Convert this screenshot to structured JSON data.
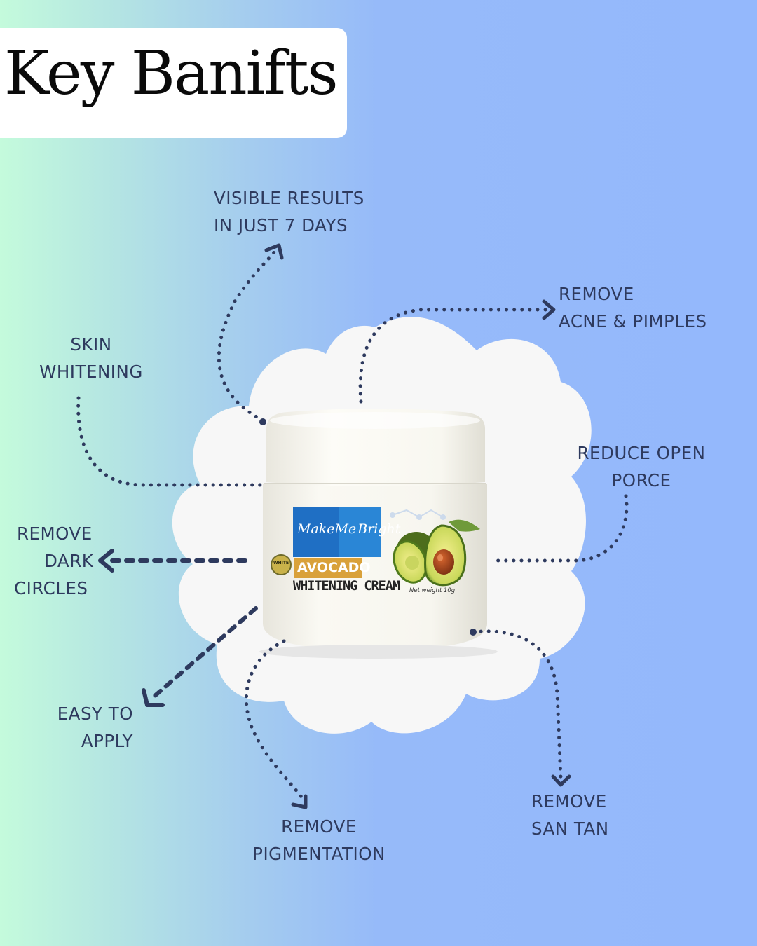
{
  "title": "Key Banifts",
  "colors": {
    "text": "#2e3a5e",
    "blob": "#f7f7f7",
    "jar": "#f6f4ec",
    "brand_blue": "#1f6fc4",
    "avocado_label": "#d9a13a"
  },
  "product": {
    "brand_line1": "MakeMe",
    "brand_line2": "Bright",
    "name_line1": "AVOCADO",
    "name_line2": "WHITENING CREAM",
    "badge": "WHITE",
    "net_weight": "Net weight 10g"
  },
  "benefits": {
    "visible_results": [
      "VISIBLE RESULTS",
      "IN JUST 7 DAYS"
    ],
    "acne": [
      "REMOVE",
      "ACNE & PIMPLES"
    ],
    "whitening": [
      "SKIN",
      "WHITENING"
    ],
    "pores": [
      "REDUCE OPEN",
      "PORCE"
    ],
    "dark_circles": [
      "REMOVE",
      "DARK",
      "CIRCLES"
    ],
    "easy_apply": [
      "EASY TO",
      "APPLY"
    ],
    "pigmentation": [
      "REMOVE",
      "PIGMENTATION"
    ],
    "sun_tan": [
      "REMOVE",
      "SAN TAN"
    ]
  }
}
